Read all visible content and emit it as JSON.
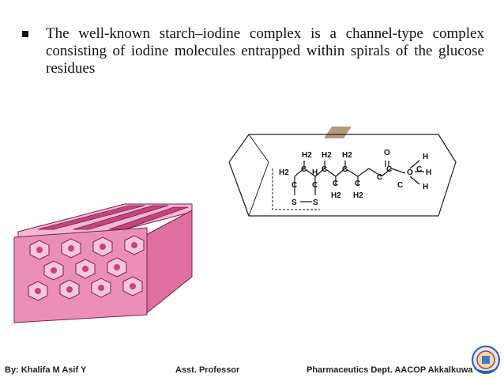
{
  "slide": {
    "bullet_text": "The well-known starch–iodine complex is a channel-type complex consisting of iodine molecules entrapped within spirals of the glucose residues"
  },
  "figure_channel": {
    "atoms": [
      "H2",
      "H2",
      "H2",
      "O",
      "H",
      "H2",
      "C",
      "H",
      "C",
      "C",
      "C",
      "C",
      "C",
      "O",
      "C",
      "C",
      "H",
      "H",
      "C",
      "C",
      "C",
      "H2",
      "H2",
      "S",
      "S"
    ]
  },
  "footer": {
    "author": "By: Khalifa M Asif  Y",
    "title": "Asst. Professor",
    "dept": "Pharmaceutics Dept. AACOP Akkalkuwa"
  },
  "colors": {
    "pink": "#e87aa6",
    "pink_dark": "#b43a72",
    "stripe": "#c2457e"
  }
}
